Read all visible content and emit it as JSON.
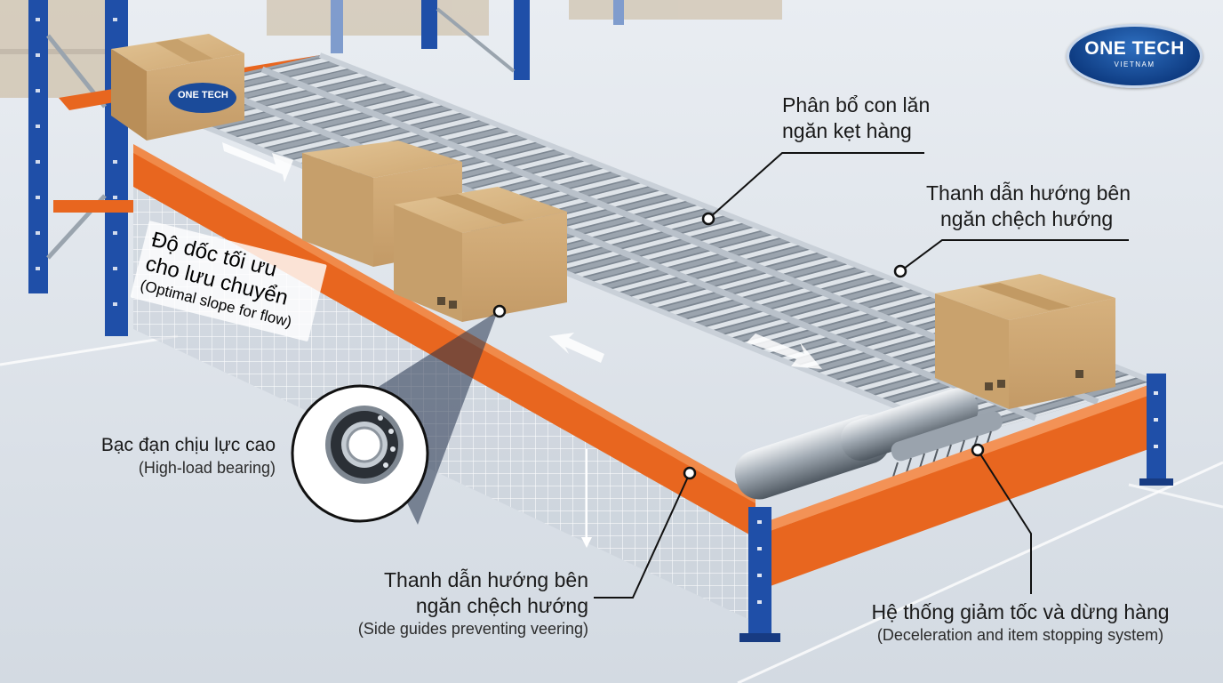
{
  "logo": {
    "title": "ONE TECH",
    "subtitle": "VIETNAM"
  },
  "box_logo_text": "ONE TECH",
  "labels": {
    "roller_distribution": {
      "vi_line1": "Phân bổ con lăn",
      "vi_line2": "ngăn kẹt hàng"
    },
    "side_guide_top": {
      "vi_line1": "Thanh dẫn hướng bên",
      "vi_line2": "ngăn chệch hướng"
    },
    "slope": {
      "vi_line1": "Độ dốc tối ưu",
      "vi_line2": "cho lưu chuyển",
      "en": "(Optimal slope for flow)"
    },
    "bearing": {
      "vi": "Bạc đạn chịu lực cao",
      "en": "(High-load bearing)"
    },
    "side_guide_bottom": {
      "vi_line1": "Thanh dẫn hướng bên",
      "vi_line2": "ngăn chệch hướng",
      "en": "(Side guides preventing veering)"
    },
    "deceleration": {
      "vi": "Hệ thống giảm tốc và dừng hàng",
      "en": "(Deceleration and item stopping system)"
    }
  },
  "colors": {
    "upright_blue": "#1f4fa8",
    "beam_orange": "#e8661f",
    "roller_steel": "#aeb6bf",
    "box_cardboard": "#d1ad7c",
    "floor": "#dfe5ec"
  }
}
